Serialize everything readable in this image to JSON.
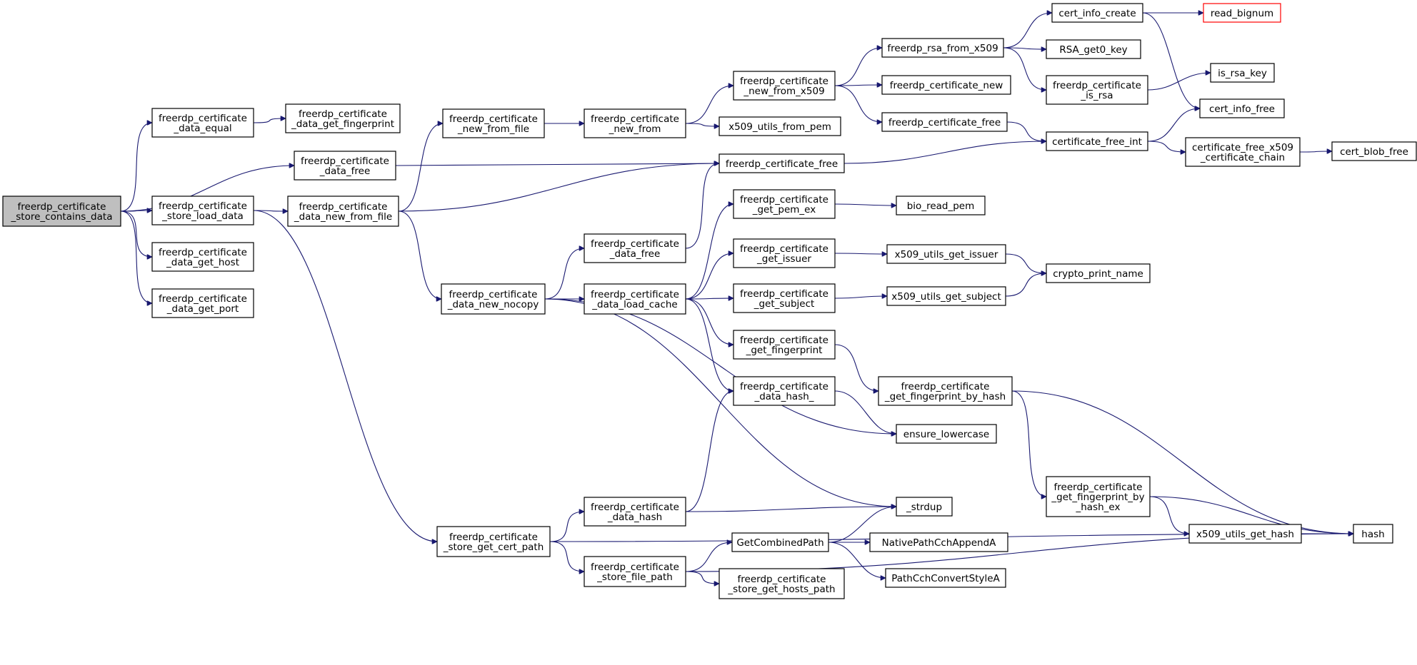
{
  "colors": {
    "edge": "#191970",
    "root_fill": "#bfbfbf",
    "highlight_border": "#ff0000"
  },
  "nodes": [
    {
      "id": "root",
      "lines": [
        "freerdp_certificate",
        "_store_contains_data"
      ]
    },
    {
      "id": "data_equal",
      "lines": [
        "freerdp_certificate",
        "_data_equal"
      ]
    },
    {
      "id": "data_get_fingerprint",
      "lines": [
        "freerdp_certificate",
        "_data_get_fingerprint"
      ]
    },
    {
      "id": "data_free_a",
      "lines": [
        "freerdp_certificate",
        "_data_free"
      ]
    },
    {
      "id": "store_load_data",
      "lines": [
        "freerdp_certificate",
        "_store_load_data"
      ]
    },
    {
      "id": "data_get_host",
      "lines": [
        "freerdp_certificate",
        "_data_get_host"
      ]
    },
    {
      "id": "data_get_port",
      "lines": [
        "freerdp_certificate",
        "_data_get_port"
      ]
    },
    {
      "id": "data_new_from_file",
      "lines": [
        "freerdp_certificate",
        "_data_new_from_file"
      ]
    },
    {
      "id": "new_from_file",
      "lines": [
        "freerdp_certificate",
        "_new_from_file"
      ]
    },
    {
      "id": "new_from",
      "lines": [
        "freerdp_certificate",
        "_new_from"
      ]
    },
    {
      "id": "new_from_x509",
      "lines": [
        "freerdp_certificate",
        "_new_from_x509"
      ]
    },
    {
      "id": "x509_utils_from_pem",
      "lines": [
        "x509_utils_from_pem"
      ]
    },
    {
      "id": "rsa_from_x509",
      "lines": [
        "freerdp_rsa_from_x509"
      ]
    },
    {
      "id": "certificate_new",
      "lines": [
        "freerdp_certificate_new"
      ]
    },
    {
      "id": "certificate_free_b",
      "lines": [
        "freerdp_certificate_free"
      ]
    },
    {
      "id": "cert_info_create",
      "lines": [
        "cert_info_create"
      ]
    },
    {
      "id": "read_bignum",
      "lines": [
        "read_bignum"
      ],
      "highlight": true
    },
    {
      "id": "rsa_get0_key",
      "lines": [
        "RSA_get0_key"
      ]
    },
    {
      "id": "is_rsa",
      "lines": [
        "freerdp_certificate",
        "_is_rsa"
      ]
    },
    {
      "id": "is_rsa_key",
      "lines": [
        "is_rsa_key"
      ]
    },
    {
      "id": "cert_info_free",
      "lines": [
        "cert_info_free"
      ]
    },
    {
      "id": "certificate_free_int",
      "lines": [
        "certificate_free_int"
      ]
    },
    {
      "id": "free_x509_chain",
      "lines": [
        "certificate_free_x509",
        "_certificate_chain"
      ]
    },
    {
      "id": "cert_blob_free",
      "lines": [
        "cert_blob_free"
      ]
    },
    {
      "id": "certificate_free_a",
      "lines": [
        "freerdp_certificate_free"
      ]
    },
    {
      "id": "data_new_nocopy",
      "lines": [
        "freerdp_certificate",
        "_data_new_nocopy"
      ]
    },
    {
      "id": "data_free_b",
      "lines": [
        "freerdp_certificate",
        "_data_free"
      ]
    },
    {
      "id": "data_load_cache",
      "lines": [
        "freerdp_certificate",
        "_data_load_cache"
      ]
    },
    {
      "id": "get_pem_ex",
      "lines": [
        "freerdp_certificate",
        "_get_pem_ex"
      ]
    },
    {
      "id": "bio_read_pem",
      "lines": [
        "bio_read_pem"
      ]
    },
    {
      "id": "get_issuer",
      "lines": [
        "freerdp_certificate",
        "_get_issuer"
      ]
    },
    {
      "id": "x509_get_issuer",
      "lines": [
        "x509_utils_get_issuer"
      ]
    },
    {
      "id": "crypto_print_name",
      "lines": [
        "crypto_print_name"
      ]
    },
    {
      "id": "get_subject",
      "lines": [
        "freerdp_certificate",
        "_get_subject"
      ]
    },
    {
      "id": "x509_get_subject",
      "lines": [
        "x509_utils_get_subject"
      ]
    },
    {
      "id": "get_fingerprint",
      "lines": [
        "freerdp_certificate",
        "_get_fingerprint"
      ]
    },
    {
      "id": "data_hash_",
      "lines": [
        "freerdp_certificate",
        "_data_hash_"
      ]
    },
    {
      "id": "fp_by_hash",
      "lines": [
        "freerdp_certificate",
        "_get_fingerprint_by_hash"
      ]
    },
    {
      "id": "ensure_lowercase",
      "lines": [
        "ensure_lowercase"
      ]
    },
    {
      "id": "fp_by_hash_ex",
      "lines": [
        "freerdp_certificate",
        "_get_fingerprint_by",
        "_hash_ex"
      ]
    },
    {
      "id": "strdup",
      "lines": [
        "_strdup"
      ]
    },
    {
      "id": "data_hash",
      "lines": [
        "freerdp_certificate",
        "_data_hash"
      ]
    },
    {
      "id": "store_get_cert_path",
      "lines": [
        "freerdp_certificate",
        "_store_get_cert_path"
      ]
    },
    {
      "id": "store_file_path",
      "lines": [
        "freerdp_certificate",
        "_store_file_path"
      ]
    },
    {
      "id": "get_combined_path",
      "lines": [
        "GetCombinedPath"
      ]
    },
    {
      "id": "native_path_append",
      "lines": [
        "NativePathCchAppendA"
      ]
    },
    {
      "id": "path_convert_style",
      "lines": [
        "PathCchConvertStyleA"
      ]
    },
    {
      "id": "store_get_hosts_path",
      "lines": [
        "freerdp_certificate",
        "_store_get_hosts_path"
      ]
    },
    {
      "id": "x509_get_hash",
      "lines": [
        "x509_utils_get_hash"
      ]
    },
    {
      "id": "hash",
      "lines": [
        "hash"
      ]
    }
  ],
  "edges": [
    [
      "root",
      "data_equal"
    ],
    [
      "root",
      "data_free_a"
    ],
    [
      "root",
      "store_load_data"
    ],
    [
      "root",
      "data_get_host"
    ],
    [
      "root",
      "data_get_port"
    ],
    [
      "data_equal",
      "data_get_fingerprint"
    ],
    [
      "data_free_a",
      "certificate_free_a"
    ],
    [
      "store_load_data",
      "data_new_from_file"
    ],
    [
      "store_load_data",
      "store_get_cert_path"
    ],
    [
      "data_new_from_file",
      "new_from_file"
    ],
    [
      "data_new_from_file",
      "certificate_free_a"
    ],
    [
      "data_new_from_file",
      "data_new_nocopy"
    ],
    [
      "new_from_file",
      "new_from"
    ],
    [
      "new_from",
      "new_from_x509"
    ],
    [
      "new_from",
      "x509_utils_from_pem"
    ],
    [
      "new_from_x509",
      "rsa_from_x509"
    ],
    [
      "new_from_x509",
      "certificate_new"
    ],
    [
      "new_from_x509",
      "certificate_free_b"
    ],
    [
      "rsa_from_x509",
      "cert_info_create"
    ],
    [
      "rsa_from_x509",
      "rsa_get0_key"
    ],
    [
      "rsa_from_x509",
      "is_rsa"
    ],
    [
      "cert_info_create",
      "read_bignum"
    ],
    [
      "cert_info_create",
      "cert_info_free"
    ],
    [
      "is_rsa",
      "is_rsa_key"
    ],
    [
      "certificate_free_b",
      "certificate_free_int"
    ],
    [
      "certificate_free_a",
      "certificate_free_int"
    ],
    [
      "certificate_free_int",
      "cert_info_free"
    ],
    [
      "certificate_free_int",
      "free_x509_chain"
    ],
    [
      "free_x509_chain",
      "cert_blob_free"
    ],
    [
      "data_new_nocopy",
      "data_free_b"
    ],
    [
      "data_new_nocopy",
      "data_load_cache"
    ],
    [
      "data_new_nocopy",
      "ensure_lowercase"
    ],
    [
      "data_new_nocopy",
      "strdup"
    ],
    [
      "data_free_b",
      "certificate_free_a"
    ],
    [
      "data_load_cache",
      "get_pem_ex"
    ],
    [
      "data_load_cache",
      "get_issuer"
    ],
    [
      "data_load_cache",
      "get_subject"
    ],
    [
      "data_load_cache",
      "get_fingerprint"
    ],
    [
      "data_load_cache",
      "data_hash_"
    ],
    [
      "get_pem_ex",
      "bio_read_pem"
    ],
    [
      "get_issuer",
      "x509_get_issuer"
    ],
    [
      "x509_get_issuer",
      "crypto_print_name"
    ],
    [
      "get_subject",
      "x509_get_subject"
    ],
    [
      "x509_get_subject",
      "crypto_print_name"
    ],
    [
      "get_fingerprint",
      "fp_by_hash"
    ],
    [
      "fp_by_hash",
      "fp_by_hash_ex"
    ],
    [
      "fp_by_hash",
      "hash"
    ],
    [
      "fp_by_hash_ex",
      "x509_get_hash"
    ],
    [
      "fp_by_hash_ex",
      "hash"
    ],
    [
      "x509_get_hash",
      "hash"
    ],
    [
      "data_hash_",
      "ensure_lowercase"
    ],
    [
      "store_get_cert_path",
      "data_hash"
    ],
    [
      "store_get_cert_path",
      "store_file_path"
    ],
    [
      "store_get_cert_path",
      "hash"
    ],
    [
      "data_hash",
      "data_hash_"
    ],
    [
      "data_hash",
      "strdup"
    ],
    [
      "store_file_path",
      "get_combined_path"
    ],
    [
      "store_file_path",
      "store_get_hosts_path"
    ],
    [
      "store_file_path",
      "hash"
    ],
    [
      "get_combined_path",
      "strdup"
    ],
    [
      "get_combined_path",
      "native_path_append"
    ],
    [
      "get_combined_path",
      "path_convert_style"
    ]
  ]
}
